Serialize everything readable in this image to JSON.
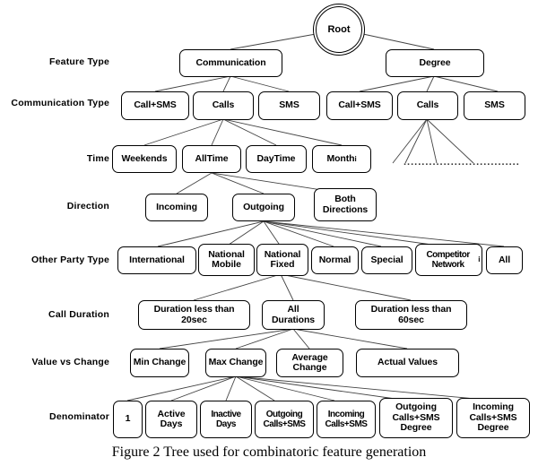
{
  "figure": {
    "caption": "Figure 2 Tree used for combinatoric feature generation"
  },
  "root": {
    "label": "Root",
    "shape": "double-circle"
  },
  "row_labels": [
    {
      "key": "feature_type",
      "label": "Feature Type"
    },
    {
      "key": "communication_type",
      "label": "Communication Type"
    },
    {
      "key": "time",
      "label": "Time"
    },
    {
      "key": "direction",
      "label": "Direction"
    },
    {
      "key": "other_party_type",
      "label": "Other Party Type"
    },
    {
      "key": "call_duration",
      "label": "Call Duration"
    },
    {
      "key": "value_vs_change",
      "label": "Value vs Change"
    },
    {
      "key": "denominator",
      "label": "Denominator"
    }
  ],
  "nodes": {
    "feature_type": [
      {
        "id": "communication",
        "label": "Communication"
      },
      {
        "id": "degree",
        "label": "Degree"
      }
    ],
    "communication_type_left": [
      {
        "id": "comm_callsms",
        "label": "Call+SMS"
      },
      {
        "id": "comm_calls",
        "label": "Calls"
      },
      {
        "id": "comm_sms",
        "label": "SMS"
      }
    ],
    "communication_type_right": [
      {
        "id": "deg_callsms",
        "label": "Call+SMS"
      },
      {
        "id": "deg_calls",
        "label": "Calls"
      },
      {
        "id": "deg_sms",
        "label": "SMS"
      }
    ],
    "time": [
      {
        "id": "weekends",
        "label": "Weekends"
      },
      {
        "id": "alltime",
        "label": "AllTime"
      },
      {
        "id": "daytime",
        "label": "DayTime"
      },
      {
        "id": "month_i",
        "label": "Month",
        "subscript": "i"
      }
    ],
    "direction": [
      {
        "id": "incoming",
        "label": "Incoming"
      },
      {
        "id": "outgoing",
        "label": "Outgoing"
      },
      {
        "id": "both_directions",
        "label": "Both Directions"
      }
    ],
    "other_party_type": [
      {
        "id": "international",
        "label": "International"
      },
      {
        "id": "national_mobile",
        "label": "National Mobile"
      },
      {
        "id": "national_fixed",
        "label": "National Fixed"
      },
      {
        "id": "normal",
        "label": "Normal"
      },
      {
        "id": "special",
        "label": "Special"
      },
      {
        "id": "competitor_net_i",
        "label": "Competitor Network",
        "subscript": "i"
      },
      {
        "id": "all",
        "label": "All"
      }
    ],
    "call_duration": [
      {
        "id": "dur_less_20",
        "label": "Duration less than 20sec"
      },
      {
        "id": "all_durations",
        "label": "All Durations"
      },
      {
        "id": "dur_less_60",
        "label": "Duration less than 60sec"
      }
    ],
    "value_vs_change": [
      {
        "id": "min_change",
        "label": "Min Change"
      },
      {
        "id": "max_change",
        "label": "Max Change"
      },
      {
        "id": "average_change",
        "label": "Average Change"
      },
      {
        "id": "actual_values",
        "label": "Actual Values"
      }
    ],
    "denominator": [
      {
        "id": "den_one",
        "label": "1"
      },
      {
        "id": "active_days",
        "label": "Active Days"
      },
      {
        "id": "inactive_days",
        "label": "Inactive Days"
      },
      {
        "id": "outgoing_callsms",
        "label": "Outgoing Calls+SMS"
      },
      {
        "id": "incoming_callsms",
        "label": "Incoming Calls+SMS"
      },
      {
        "id": "outgoing_deg",
        "label": "Outgoing Calls+SMS Degree"
      },
      {
        "id": "incoming_deg",
        "label": "Incoming Calls+SMS Degree"
      }
    ]
  },
  "ellipsis": {
    "label": "................................"
  },
  "colors": {
    "line": "#444444",
    "box_border": "#000000",
    "background": "#ffffff",
    "text": "#000000"
  }
}
